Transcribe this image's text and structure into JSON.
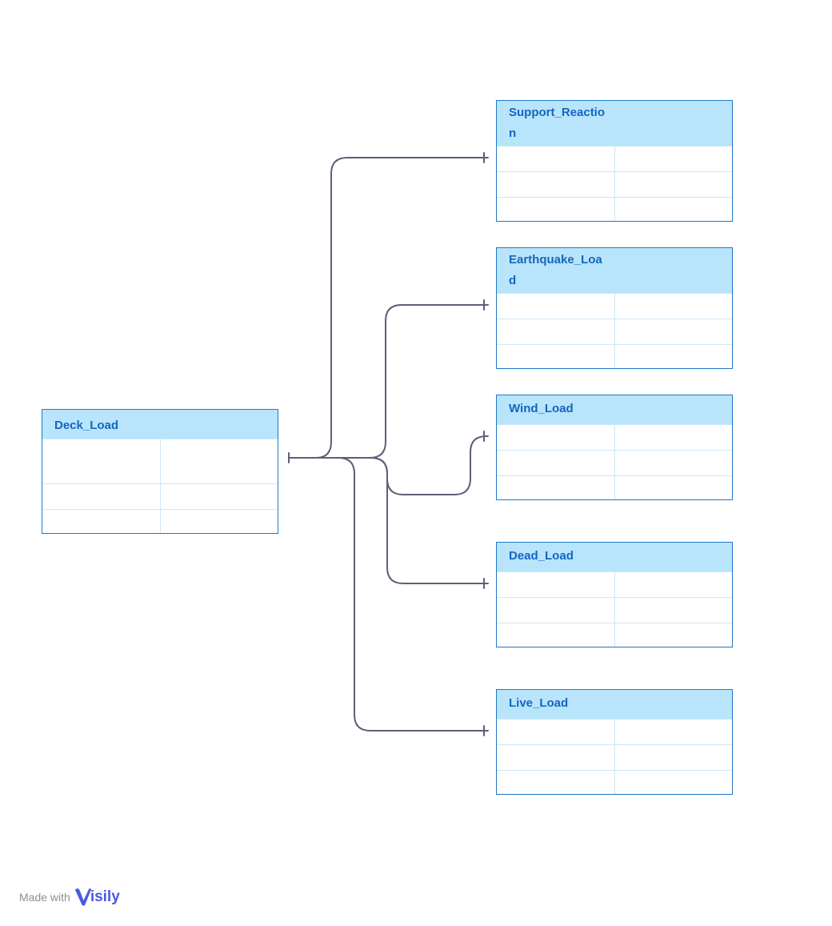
{
  "diagram": {
    "root": {
      "title": "Deck_Load"
    },
    "children": [
      {
        "title": "Support_React​ion"
      },
      {
        "title": "Earthquake_L​oad"
      },
      {
        "title": "Wind_Load"
      },
      {
        "title": "Dead_Load"
      },
      {
        "title": "Live_Load"
      }
    ]
  },
  "footer": {
    "made_with": "Made with",
    "brand": "isily",
    "brand_full": "Visily"
  },
  "colors": {
    "border": "#1f78c8",
    "header_bg": "#b8e5fb",
    "header_text": "#1565c0",
    "grid": "#cde6f6",
    "connector": "#5c5f78",
    "brand": "#4a5be0"
  }
}
